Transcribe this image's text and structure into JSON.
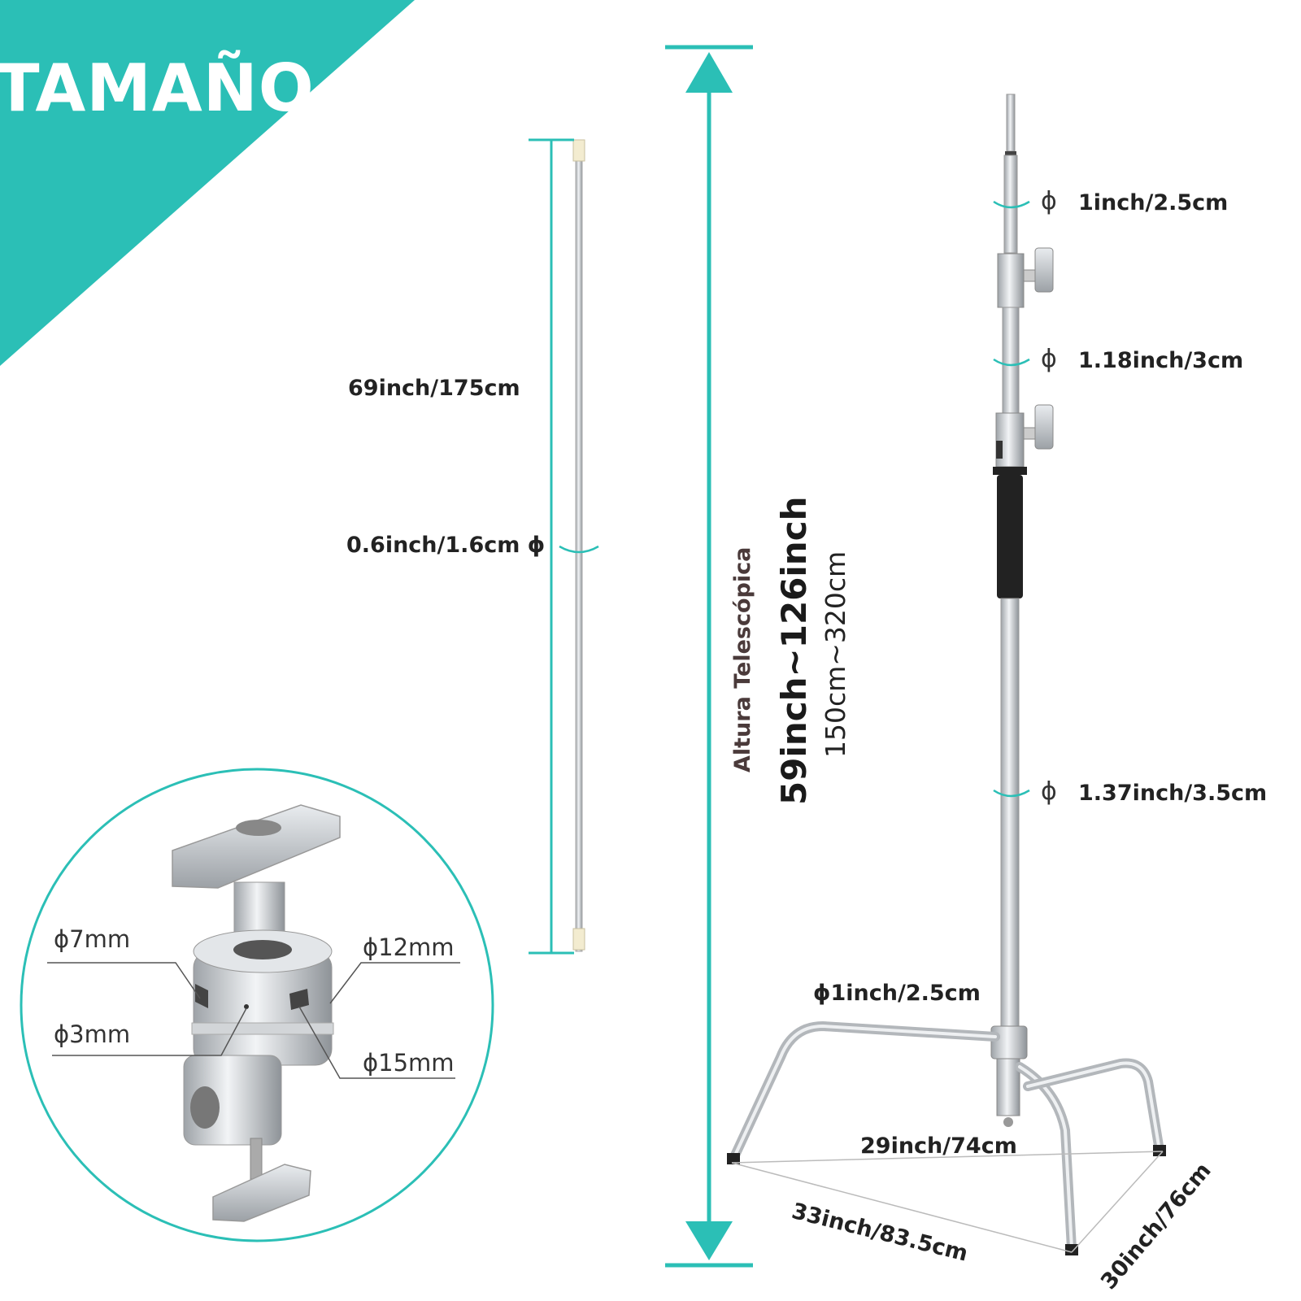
{
  "colors": {
    "accent": "#2bbfb6",
    "text": "#222222",
    "metal": "#c8ccd0"
  },
  "banner": {
    "title": "TAMAÑO"
  },
  "pole": {
    "length_label": "69inch/175cm",
    "diameter_label": "0.6inch/1.6cm ϕ"
  },
  "height": {
    "caption": "Altura Telescópica",
    "inches": "59inch~126inch",
    "cm": "150cm~320cm"
  },
  "stand": {
    "diameters": [
      {
        "symbol": "ϕ",
        "value": "1inch/2.5cm"
      },
      {
        "symbol": "ϕ",
        "value": "1.18inch/3cm"
      },
      {
        "symbol": "ϕ",
        "value": "1.37inch/3.5cm"
      }
    ],
    "leg_diameter": "ϕ1inch/2.5cm",
    "base_back": "29inch/74cm",
    "base_front": "33inch/83.5cm",
    "base_side": "30inch/76cm"
  },
  "clamp": {
    "labels": [
      "ϕ7mm",
      "ϕ12mm",
      "ϕ3mm",
      "ϕ15mm"
    ]
  }
}
